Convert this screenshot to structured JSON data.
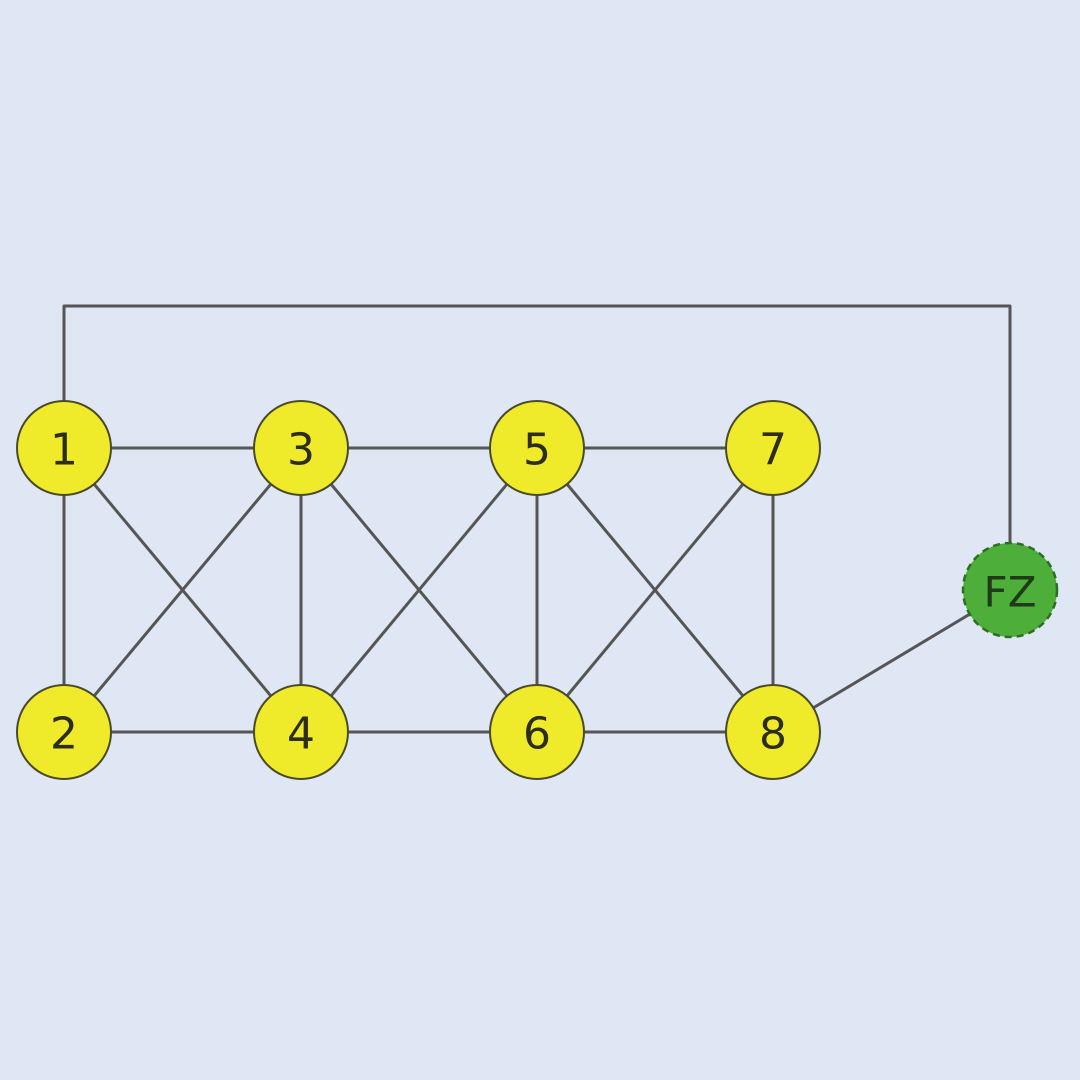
{
  "colors": {
    "background": "#e0e7f4",
    "node_fill": "#f0eb2a",
    "fz_fill": "#4daf3a",
    "edge": "#555555"
  },
  "nodes": [
    {
      "id": "1",
      "label": "1",
      "type": "regular"
    },
    {
      "id": "2",
      "label": "2",
      "type": "regular"
    },
    {
      "id": "3",
      "label": "3",
      "type": "regular"
    },
    {
      "id": "4",
      "label": "4",
      "type": "regular"
    },
    {
      "id": "5",
      "label": "5",
      "type": "regular"
    },
    {
      "id": "6",
      "label": "6",
      "type": "regular"
    },
    {
      "id": "7",
      "label": "7",
      "type": "regular"
    },
    {
      "id": "8",
      "label": "8",
      "type": "regular"
    },
    {
      "id": "FZ",
      "label": "FZ",
      "type": "special"
    }
  ],
  "edges": [
    [
      "1",
      "3"
    ],
    [
      "3",
      "5"
    ],
    [
      "5",
      "7"
    ],
    [
      "2",
      "4"
    ],
    [
      "4",
      "6"
    ],
    [
      "6",
      "8"
    ],
    [
      "1",
      "2"
    ],
    [
      "3",
      "4"
    ],
    [
      "5",
      "6"
    ],
    [
      "7",
      "8"
    ],
    [
      "1",
      "4"
    ],
    [
      "3",
      "2"
    ],
    [
      "3",
      "6"
    ],
    [
      "5",
      "4"
    ],
    [
      "5",
      "8"
    ],
    [
      "7",
      "6"
    ],
    [
      "8",
      "FZ"
    ],
    [
      "1",
      "FZ"
    ]
  ]
}
